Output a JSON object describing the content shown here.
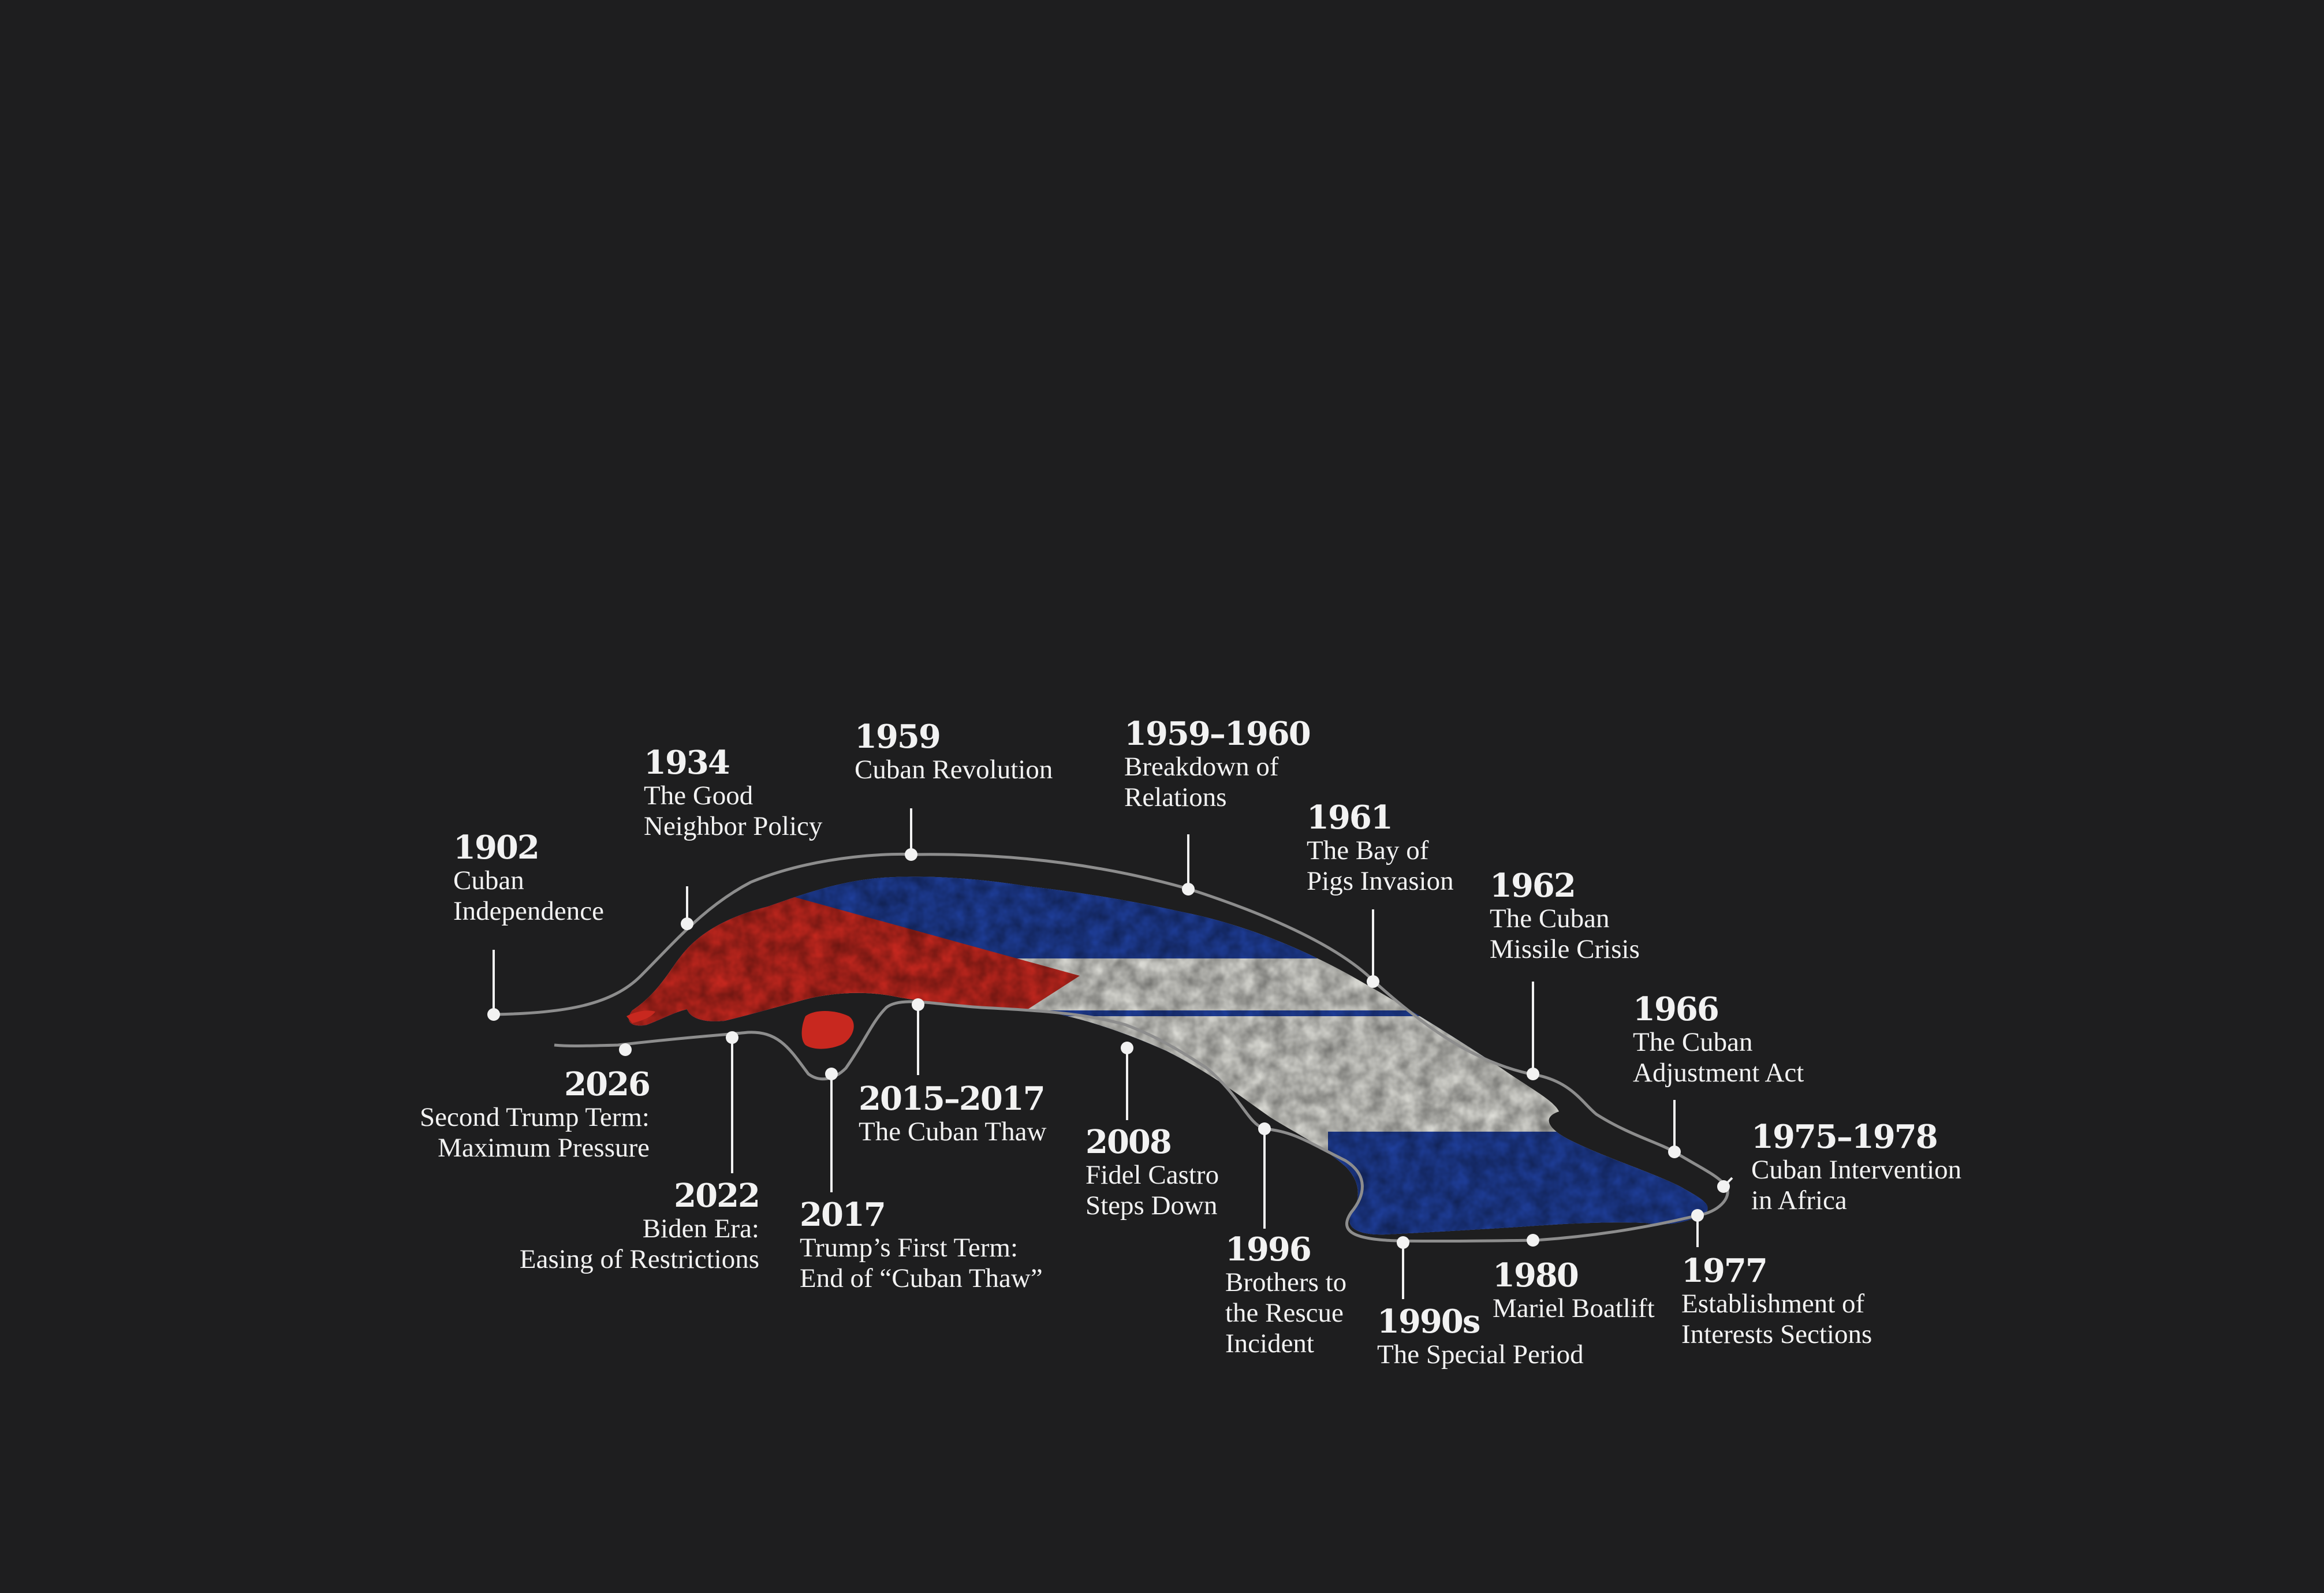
{
  "colors": {
    "background": "#1e1e1f",
    "flag_red": "#c8281f",
    "flag_blue": "#1f3f9c",
    "flag_white": "#dcdcd6",
    "path_line": "#8d8d8d",
    "text": "#f2f2f2"
  },
  "events": [
    {
      "year": "1902",
      "lines": [
        "Cuban",
        "Independence"
      ]
    },
    {
      "year": "1934",
      "lines": [
        "The Good",
        "Neighbor Policy"
      ]
    },
    {
      "year": "1959",
      "lines": [
        "Cuban Revolution"
      ]
    },
    {
      "year": "1959–1960",
      "lines": [
        "Breakdown of",
        "Relations"
      ]
    },
    {
      "year": "1961",
      "lines": [
        "The Bay of",
        "Pigs Invasion"
      ]
    },
    {
      "year": "1962",
      "lines": [
        "The Cuban",
        "Missile Crisis"
      ]
    },
    {
      "year": "1966",
      "lines": [
        "The Cuban",
        "Adjustment Act"
      ]
    },
    {
      "year": "1975–1978",
      "lines": [
        "Cuban Intervention",
        "in Africa"
      ]
    },
    {
      "year": "1977",
      "lines": [
        "Establishment of",
        "Interests Sections"
      ]
    },
    {
      "year": "1980",
      "lines": [
        "Mariel Boatlift"
      ]
    },
    {
      "year": "1990s",
      "lines": [
        "The Special Period"
      ]
    },
    {
      "year": "1996",
      "lines": [
        "Brothers to",
        "the Rescue",
        "Incident"
      ]
    },
    {
      "year": "2008",
      "lines": [
        "Fidel Castro",
        "Steps Down"
      ]
    },
    {
      "year": "2015–2017",
      "lines": [
        "The Cuban Thaw"
      ]
    },
    {
      "year": "2017",
      "lines": [
        "Trump’s First Term:",
        "End of “Cuban Thaw”"
      ]
    },
    {
      "year": "2022",
      "lines": [
        "Biden Era:",
        "Easing of Restrictions"
      ]
    },
    {
      "year": "2026",
      "lines": [
        "Second Trump Term:",
        "Maximum Pressure"
      ]
    }
  ]
}
